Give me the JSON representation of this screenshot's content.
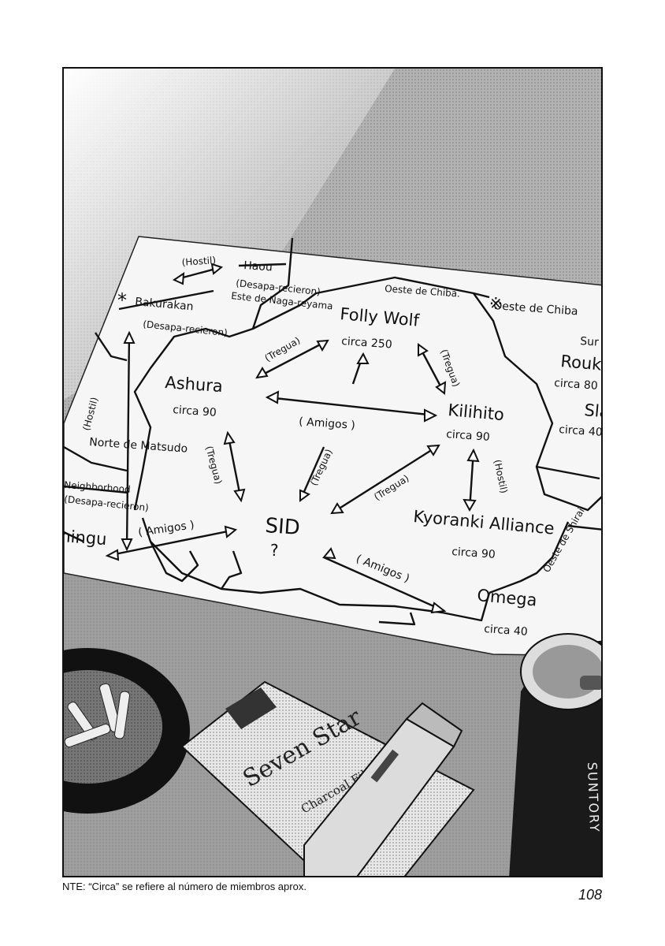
{
  "map": {
    "gangs": [
      {
        "id": "folly-wolf",
        "name": "Folly Wolf",
        "size": "circa 250"
      },
      {
        "id": "ashura",
        "name": "Ashura",
        "size": "circa 90"
      },
      {
        "id": "kilihito",
        "name": "Kilihito",
        "size": "circa 90"
      },
      {
        "id": "sid",
        "name": "SID",
        "size": "?"
      },
      {
        "id": "kyoranki",
        "name": "Kyoranki Alliance",
        "size": "circa 90"
      },
      {
        "id": "omega",
        "name": "Omega",
        "size": "circa 40"
      },
      {
        "id": "rouki",
        "name": "Rouki",
        "size": "circa 80"
      },
      {
        "id": "sla",
        "name": "Sla",
        "size": "circa 40"
      }
    ],
    "relations": {
      "tregua": "(Tregua)",
      "amigos": "( Amigos )",
      "hostil": "(Hostil)",
      "hostil_short": "(Hostil)",
      "desaparecieron": "(Desapa-recieron)"
    },
    "regions": {
      "oeste_chiba_1": "Oeste de Chiba.",
      "oeste_chiba_2": "Oeste de Chiba",
      "sur": "Sur",
      "este_nagareyama": "Este de Naga-reyama",
      "norte_matsudo": "Norte de Matsudo",
      "oeste_shirai": "Oeste de Shirai"
    },
    "crossed_out": {
      "haou": "Haou",
      "bakurakan": "Bakurakan",
      "neighborhood": "Neighborhood"
    },
    "partial": {
      "left_gang": "hingu"
    },
    "marks": {
      "asterisk_bakurakan": "*",
      "asterisk_chiba": "※"
    }
  },
  "props": {
    "cigarette_brand": "Seven Star",
    "cigarette_sub": "Charcoal Filter",
    "can_brand": "SUNTORY"
  },
  "footnote": "NTE: “Circa” se refiere al número de miembros aprox.",
  "page_number": "108"
}
